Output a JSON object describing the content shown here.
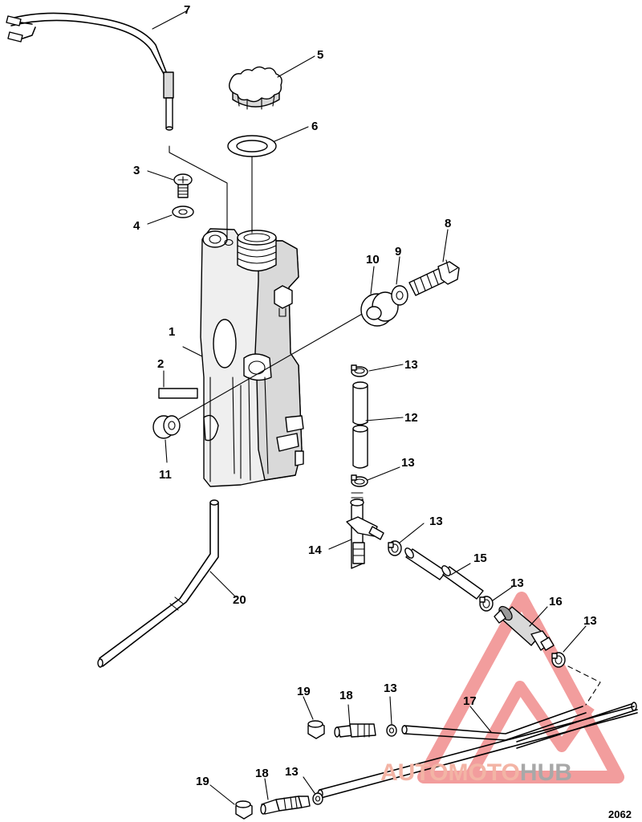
{
  "figure_id": "2062",
  "watermark": {
    "part1": "AUTOMOTO",
    "part2": "HUB",
    "color1": "#f3b4a5",
    "color2": "#a8a8a8",
    "logo_color": "#f08c8c"
  },
  "callouts": [
    {
      "id": "c1",
      "text": "1"
    },
    {
      "id": "c2",
      "text": "2"
    },
    {
      "id": "c3",
      "text": "3"
    },
    {
      "id": "c4",
      "text": "4"
    },
    {
      "id": "c5",
      "text": "5"
    },
    {
      "id": "c6",
      "text": "6"
    },
    {
      "id": "c7",
      "text": "7"
    },
    {
      "id": "c8",
      "text": "8"
    },
    {
      "id": "c9",
      "text": "9"
    },
    {
      "id": "c10",
      "text": "10"
    },
    {
      "id": "c11",
      "text": "11"
    },
    {
      "id": "c12",
      "text": "12"
    },
    {
      "id": "c13a",
      "text": "13"
    },
    {
      "id": "c13b",
      "text": "13"
    },
    {
      "id": "c13c",
      "text": "13"
    },
    {
      "id": "c13d",
      "text": "13"
    },
    {
      "id": "c13e",
      "text": "13"
    },
    {
      "id": "c13f",
      "text": "13"
    },
    {
      "id": "c13g",
      "text": "13"
    },
    {
      "id": "c14",
      "text": "14"
    },
    {
      "id": "c15",
      "text": "15"
    },
    {
      "id": "c16",
      "text": "16"
    },
    {
      "id": "c17",
      "text": "17"
    },
    {
      "id": "c18a",
      "text": "18"
    },
    {
      "id": "c18b",
      "text": "18"
    },
    {
      "id": "c19a",
      "text": "19"
    },
    {
      "id": "c19b",
      "text": "19"
    },
    {
      "id": "c20",
      "text": "20"
    }
  ]
}
